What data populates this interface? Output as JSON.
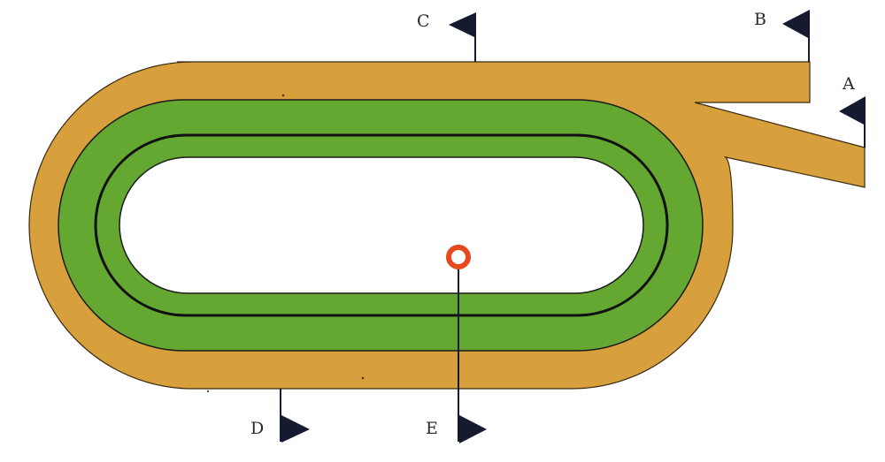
{
  "flags": [
    {
      "id": "A",
      "label": "A"
    },
    {
      "id": "B",
      "label": "B"
    },
    {
      "id": "C",
      "label": "C"
    },
    {
      "id": "D",
      "label": "D"
    },
    {
      "id": "E",
      "label": "E"
    }
  ],
  "colors": {
    "dirt_track": "#d8a03c",
    "turf_course": "#64a832",
    "outline": "#1a1a1a",
    "flag": "#161a30",
    "infield": "#ffffff",
    "marker": "#e8481e"
  }
}
